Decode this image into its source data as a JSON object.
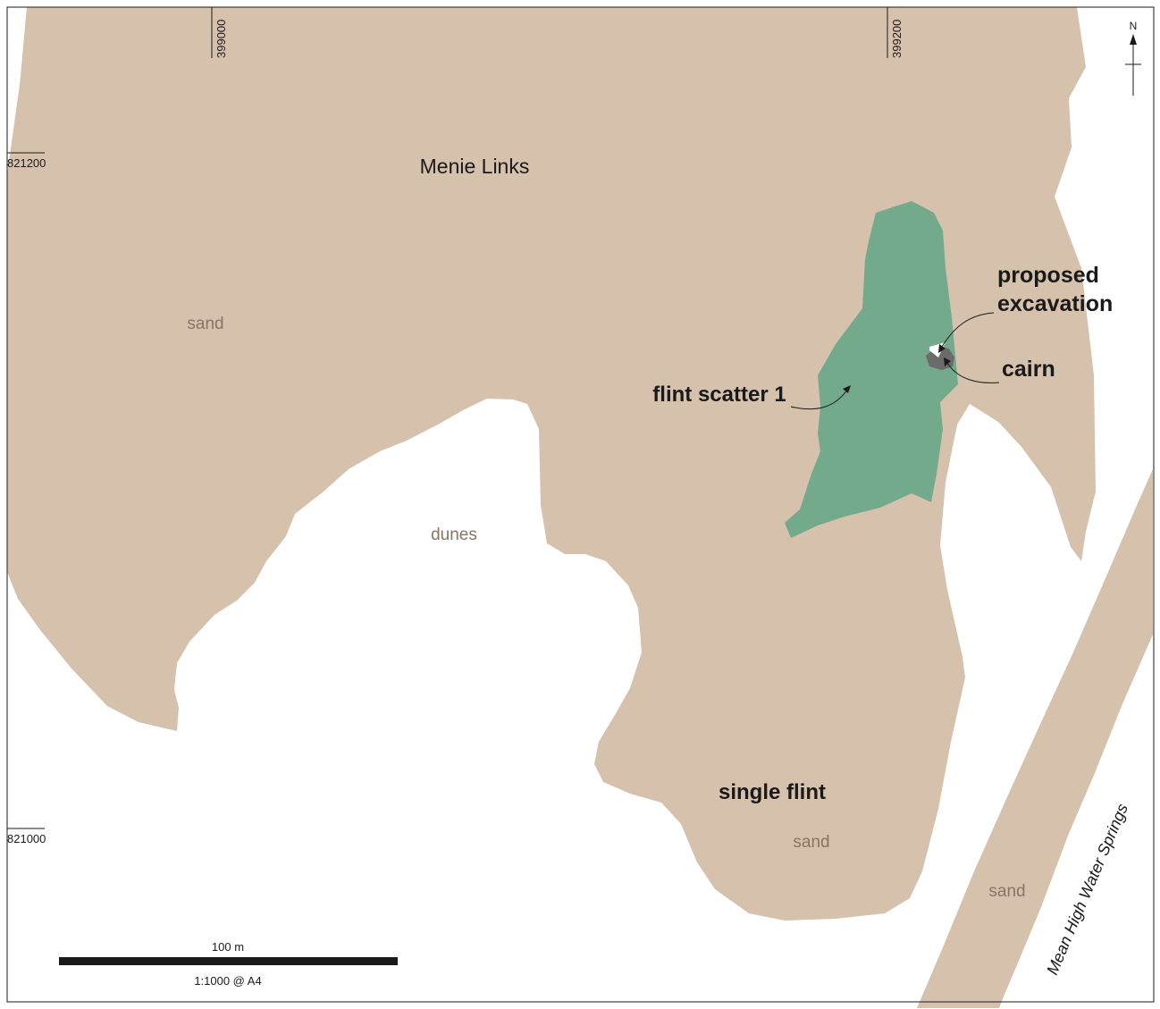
{
  "colors": {
    "sand": "#d6c1ad",
    "flint_scatter": "#73aa8b",
    "cairn": "#6b6b6b",
    "terrain_text": "#8a7462",
    "line": "#1a1a1a"
  },
  "labels": {
    "site_name": "Menie Links",
    "sand_west": "sand",
    "dunes": "dunes",
    "sand_south": "sand",
    "sand_beach": "sand",
    "flint_scatter": "flint scatter 1",
    "proposed_line1": "proposed",
    "proposed_line2": "excavation",
    "cairn": "cairn",
    "single_flint": "single flint",
    "tide_line": "Mean High Water Springs"
  },
  "grid": {
    "easting_1": "399000",
    "easting_2": "399200",
    "northing_1": "821200",
    "northing_2": "821000"
  },
  "north_arrow": {
    "label": "N"
  },
  "scale_bar": {
    "length_label": "100 m",
    "ratio_label": "1:1000 @ A4"
  }
}
